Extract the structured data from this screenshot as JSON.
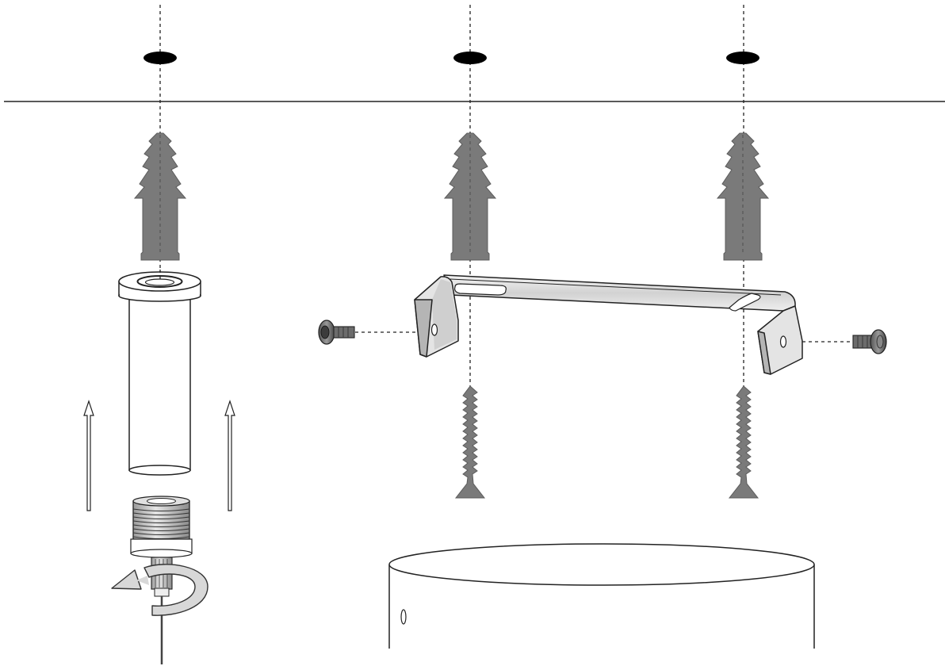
{
  "diagram": {
    "kind": "ceiling-mount-installation",
    "labels": [],
    "colors": {
      "background": "#ffffff",
      "line": "#222222",
      "part_gray": "#7a7a7a",
      "part_gray_dark": "#5c5c5c",
      "part_gray_light": "#d8d8d8",
      "hole": "#000000"
    },
    "parts": [
      "ceiling-line",
      "drill-hole",
      "wall-plug",
      "stem-tube",
      "stem-washer",
      "threaded-nipple",
      "rotation-arrow",
      "mounting-bracket",
      "bracket-side-screw",
      "wood-screw",
      "lamp-canopy",
      "up-arrow",
      "supply-cable"
    ]
  }
}
